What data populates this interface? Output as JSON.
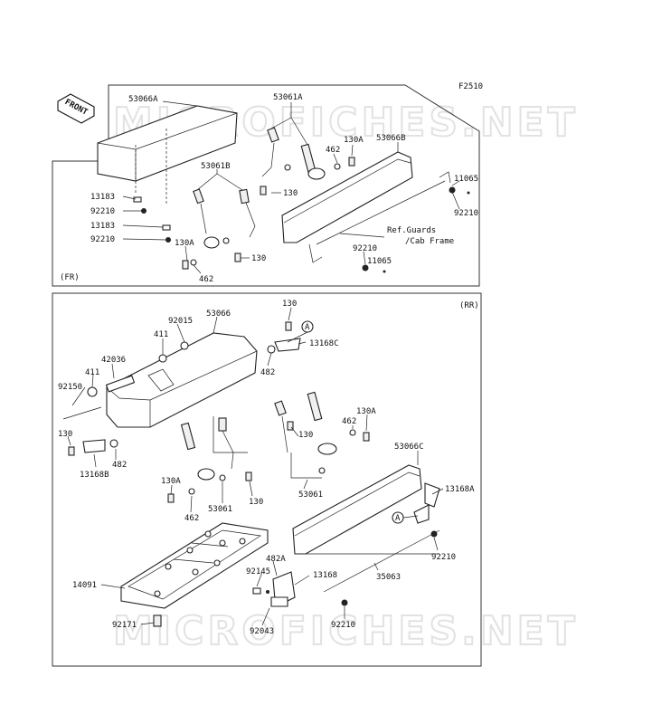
{
  "figure_code": "F2510",
  "front_arrow_label": "FRONT",
  "watermark": "MICROFICHES.NET",
  "front_section": {
    "tag": "(FR)",
    "labels": {
      "p53066A": "53066A",
      "p53061A": "53061A",
      "p462a": "462",
      "p130A_a": "130A",
      "p53066B": "53066B",
      "p53061B": "53061B",
      "p130_a": "130",
      "p11065_a": "11065",
      "p92210_a": "92210",
      "p13183_a": "13183",
      "p92210_b": "92210",
      "p13183_b": "13183",
      "p92210_c": "92210",
      "p130A_b": "130A",
      "p462b": "462",
      "p130_b": "130",
      "p92210_d": "92210",
      "p11065_b": "11065",
      "ref_line1": "Ref.Guards",
      "ref_line2": "/Cab Frame"
    }
  },
  "rear_section": {
    "tag": "(RR)",
    "labels": {
      "p130_a": "130",
      "p92015": "92015",
      "p53066": "53066",
      "p13168C": "13168C",
      "p411_a": "411",
      "p482_a": "482",
      "p42036": "42036",
      "p411_b": "411",
      "p92150": "92150",
      "p130A_a": "130A",
      "p462_a": "462",
      "p130_b": "130",
      "p130_c": "130",
      "p53066C": "53066C",
      "p482_b": "482",
      "p13168B": "13168B",
      "p130A_b": "130A",
      "p130_d": "130",
      "p462_b": "462",
      "p53061_a": "53061",
      "p53061_b": "53061",
      "p13168A": "13168A",
      "p92210_a": "92210",
      "p482A": "482A",
      "p92145": "92145",
      "p13168": "13168",
      "p35063": "35063",
      "p14091": "14091",
      "p92210_b": "92210",
      "p92171": "92171",
      "p92043": "92043",
      "callout_a": "A",
      "callout_b": "A"
    }
  }
}
